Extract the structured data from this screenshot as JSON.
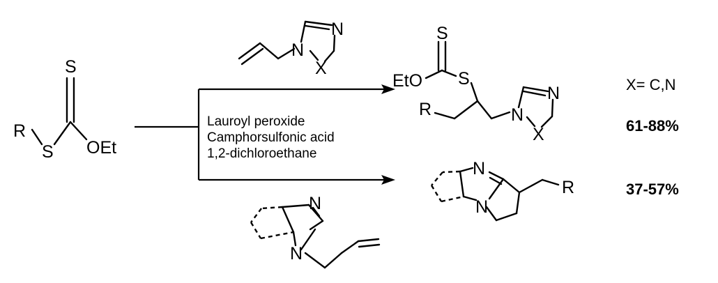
{
  "reactant": {
    "atoms": {
      "r": "R",
      "s_thio": "S",
      "s_thione": "S",
      "oet": "OEt"
    }
  },
  "reagent_top": {
    "atoms": {
      "n1": "N",
      "n2": "N",
      "x": "X"
    }
  },
  "reagent_bottom": {
    "atoms": {
      "n1": "N",
      "n2": "N"
    }
  },
  "conditions": {
    "line1": "Lauroyl peroxide",
    "line2": "Camphorsulfonic acid",
    "line3": "1,2-dichloroethane"
  },
  "product_top": {
    "atoms": {
      "s_thione": "S",
      "eto": "EtO",
      "s": "S",
      "r": "R",
      "n1": "N",
      "n2": "N",
      "x": "X"
    },
    "substituent_label": "X= C,N",
    "yield": "61-88%"
  },
  "product_bottom": {
    "atoms": {
      "n1": "N",
      "n2": "N",
      "r": "R"
    },
    "yield": "37-57%"
  }
}
